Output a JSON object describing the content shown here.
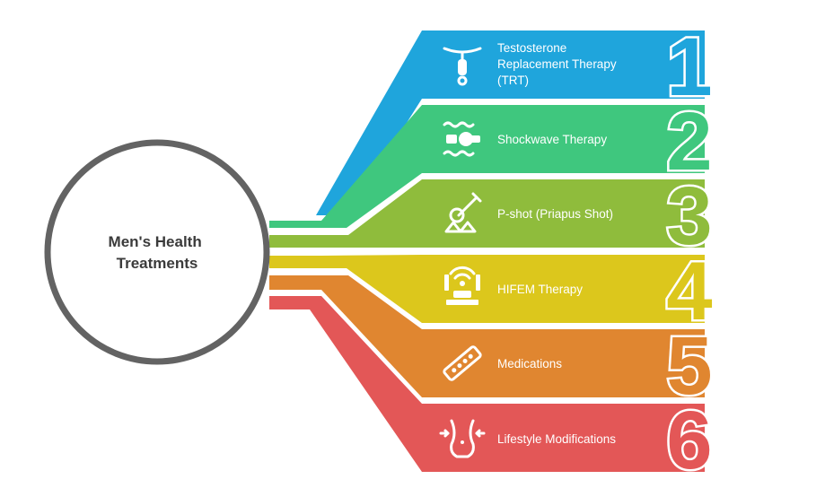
{
  "hub": {
    "title_line1": "Men's Health",
    "title_line2": "Treatments",
    "ring_color": "#636363"
  },
  "items": [
    {
      "number": "1",
      "label_lines": [
        "Testosterone",
        "Replacement Therapy",
        "(TRT)"
      ],
      "color": "#1fa5dc",
      "icon": "iud-device-icon"
    },
    {
      "number": "2",
      "label_lines": [
        "Shockwave Therapy"
      ],
      "color": "#3fc77e",
      "icon": "shockwave-device-icon"
    },
    {
      "number": "3",
      "label_lines": [
        "P-shot (Priapus Shot)"
      ],
      "color": "#8fbc3c",
      "icon": "injection-icon"
    },
    {
      "number": "4",
      "label_lines": [
        "HIFEM Therapy"
      ],
      "color": "#dcc71c",
      "icon": "hifem-machine-icon"
    },
    {
      "number": "5",
      "label_lines": [
        "Medications"
      ],
      "color": "#e08630",
      "icon": "medication-strip-icon"
    },
    {
      "number": "6",
      "label_lines": [
        "Lifestyle Modifications"
      ],
      "color": "#e35757",
      "icon": "waist-measure-icon"
    }
  ]
}
